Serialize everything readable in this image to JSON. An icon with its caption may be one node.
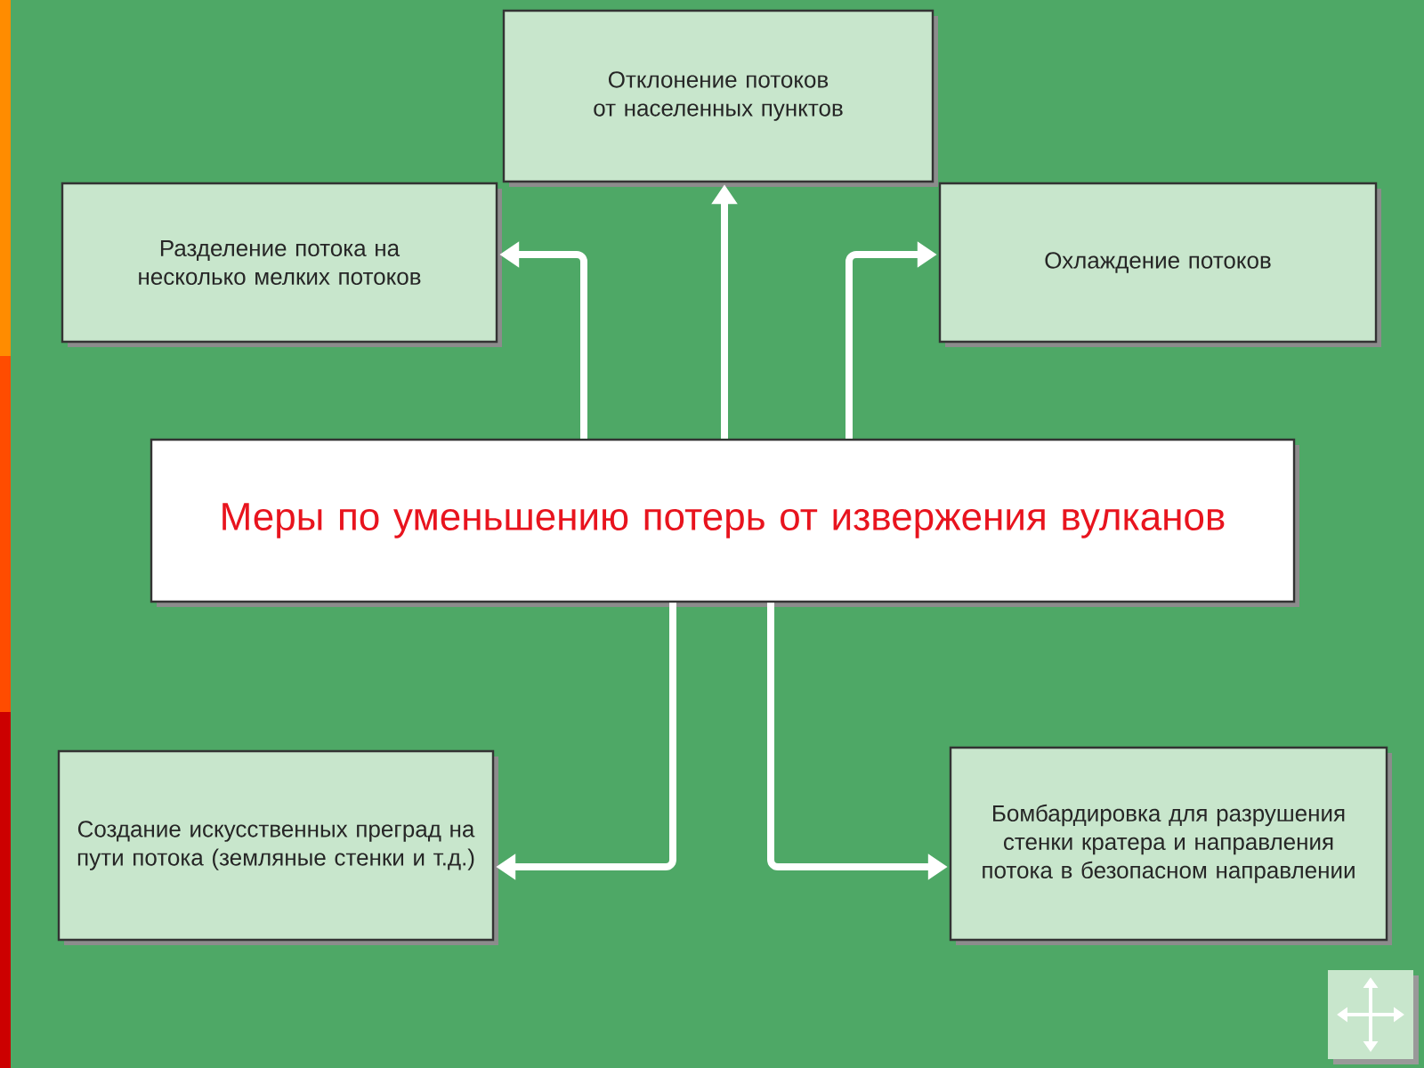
{
  "diagram": {
    "nodes": [
      {
        "text": [
          "Меры по уменьшению потерь от извержения вулканов"
        ]
      },
      {
        "text": [
          "Отклонение потоков от населенных пунктов"
        ]
      },
      {
        "text": [
          "Разделение потока на несколько мелких потоков"
        ]
      },
      {
        "text": [
          "Охлаждение потоков"
        ]
      },
      {
        "text": [
          "Создание искусственных преград на пути потока (земляные стенки и т.д.)"
        ]
      },
      {
        "text": [
          "Бомбардировка для разрушения стенки кратера и направления потока в безопасном направлении"
        ]
      }
    ],
    "edges": [
      {
        "from": 0,
        "to": 1,
        "arrow": "to"
      },
      {
        "from": 0,
        "to": 2,
        "arrow": "to"
      },
      {
        "from": 0,
        "to": 3,
        "arrow": "to"
      },
      {
        "from": 0,
        "to": 4,
        "arrow": "to"
      },
      {
        "from": 0,
        "to": 5,
        "arrow": "to"
      }
    ]
  }
}
